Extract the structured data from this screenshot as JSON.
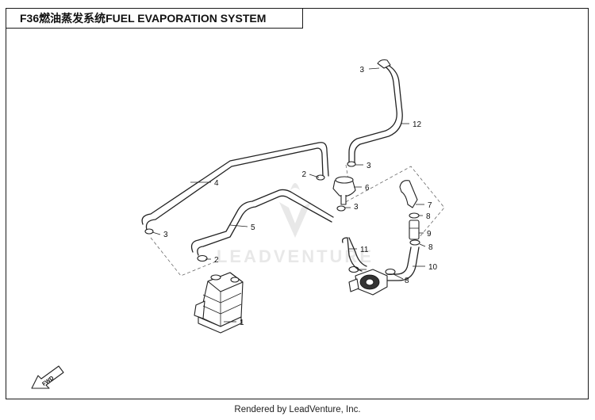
{
  "header": {
    "title": "F36燃油蒸发系统FUEL EVAPORATION SYSTEM"
  },
  "footer": {
    "text": "Rendered by LeadVenture, Inc."
  },
  "watermark": {
    "text": "LEADVENTURE"
  },
  "fwd": {
    "text": "FWD"
  },
  "callouts": [
    "1",
    "2",
    "2",
    "3",
    "3",
    "3",
    "3",
    "4",
    "5",
    "6",
    "7",
    "8",
    "8",
    "8",
    "9",
    "10",
    "11",
    "12"
  ]
}
